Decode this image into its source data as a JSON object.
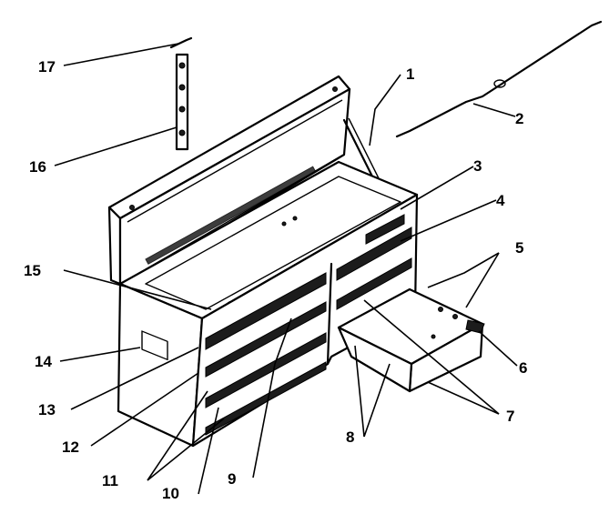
{
  "callouts": [
    "1",
    "2",
    "3",
    "4",
    "5",
    "6",
    "7",
    "8",
    "9",
    "10",
    "11",
    "12",
    "13",
    "14",
    "15",
    "16",
    "17"
  ],
  "colors": {
    "line": "#000000",
    "background": "#ffffff",
    "stripe": "#1c1c1c"
  }
}
